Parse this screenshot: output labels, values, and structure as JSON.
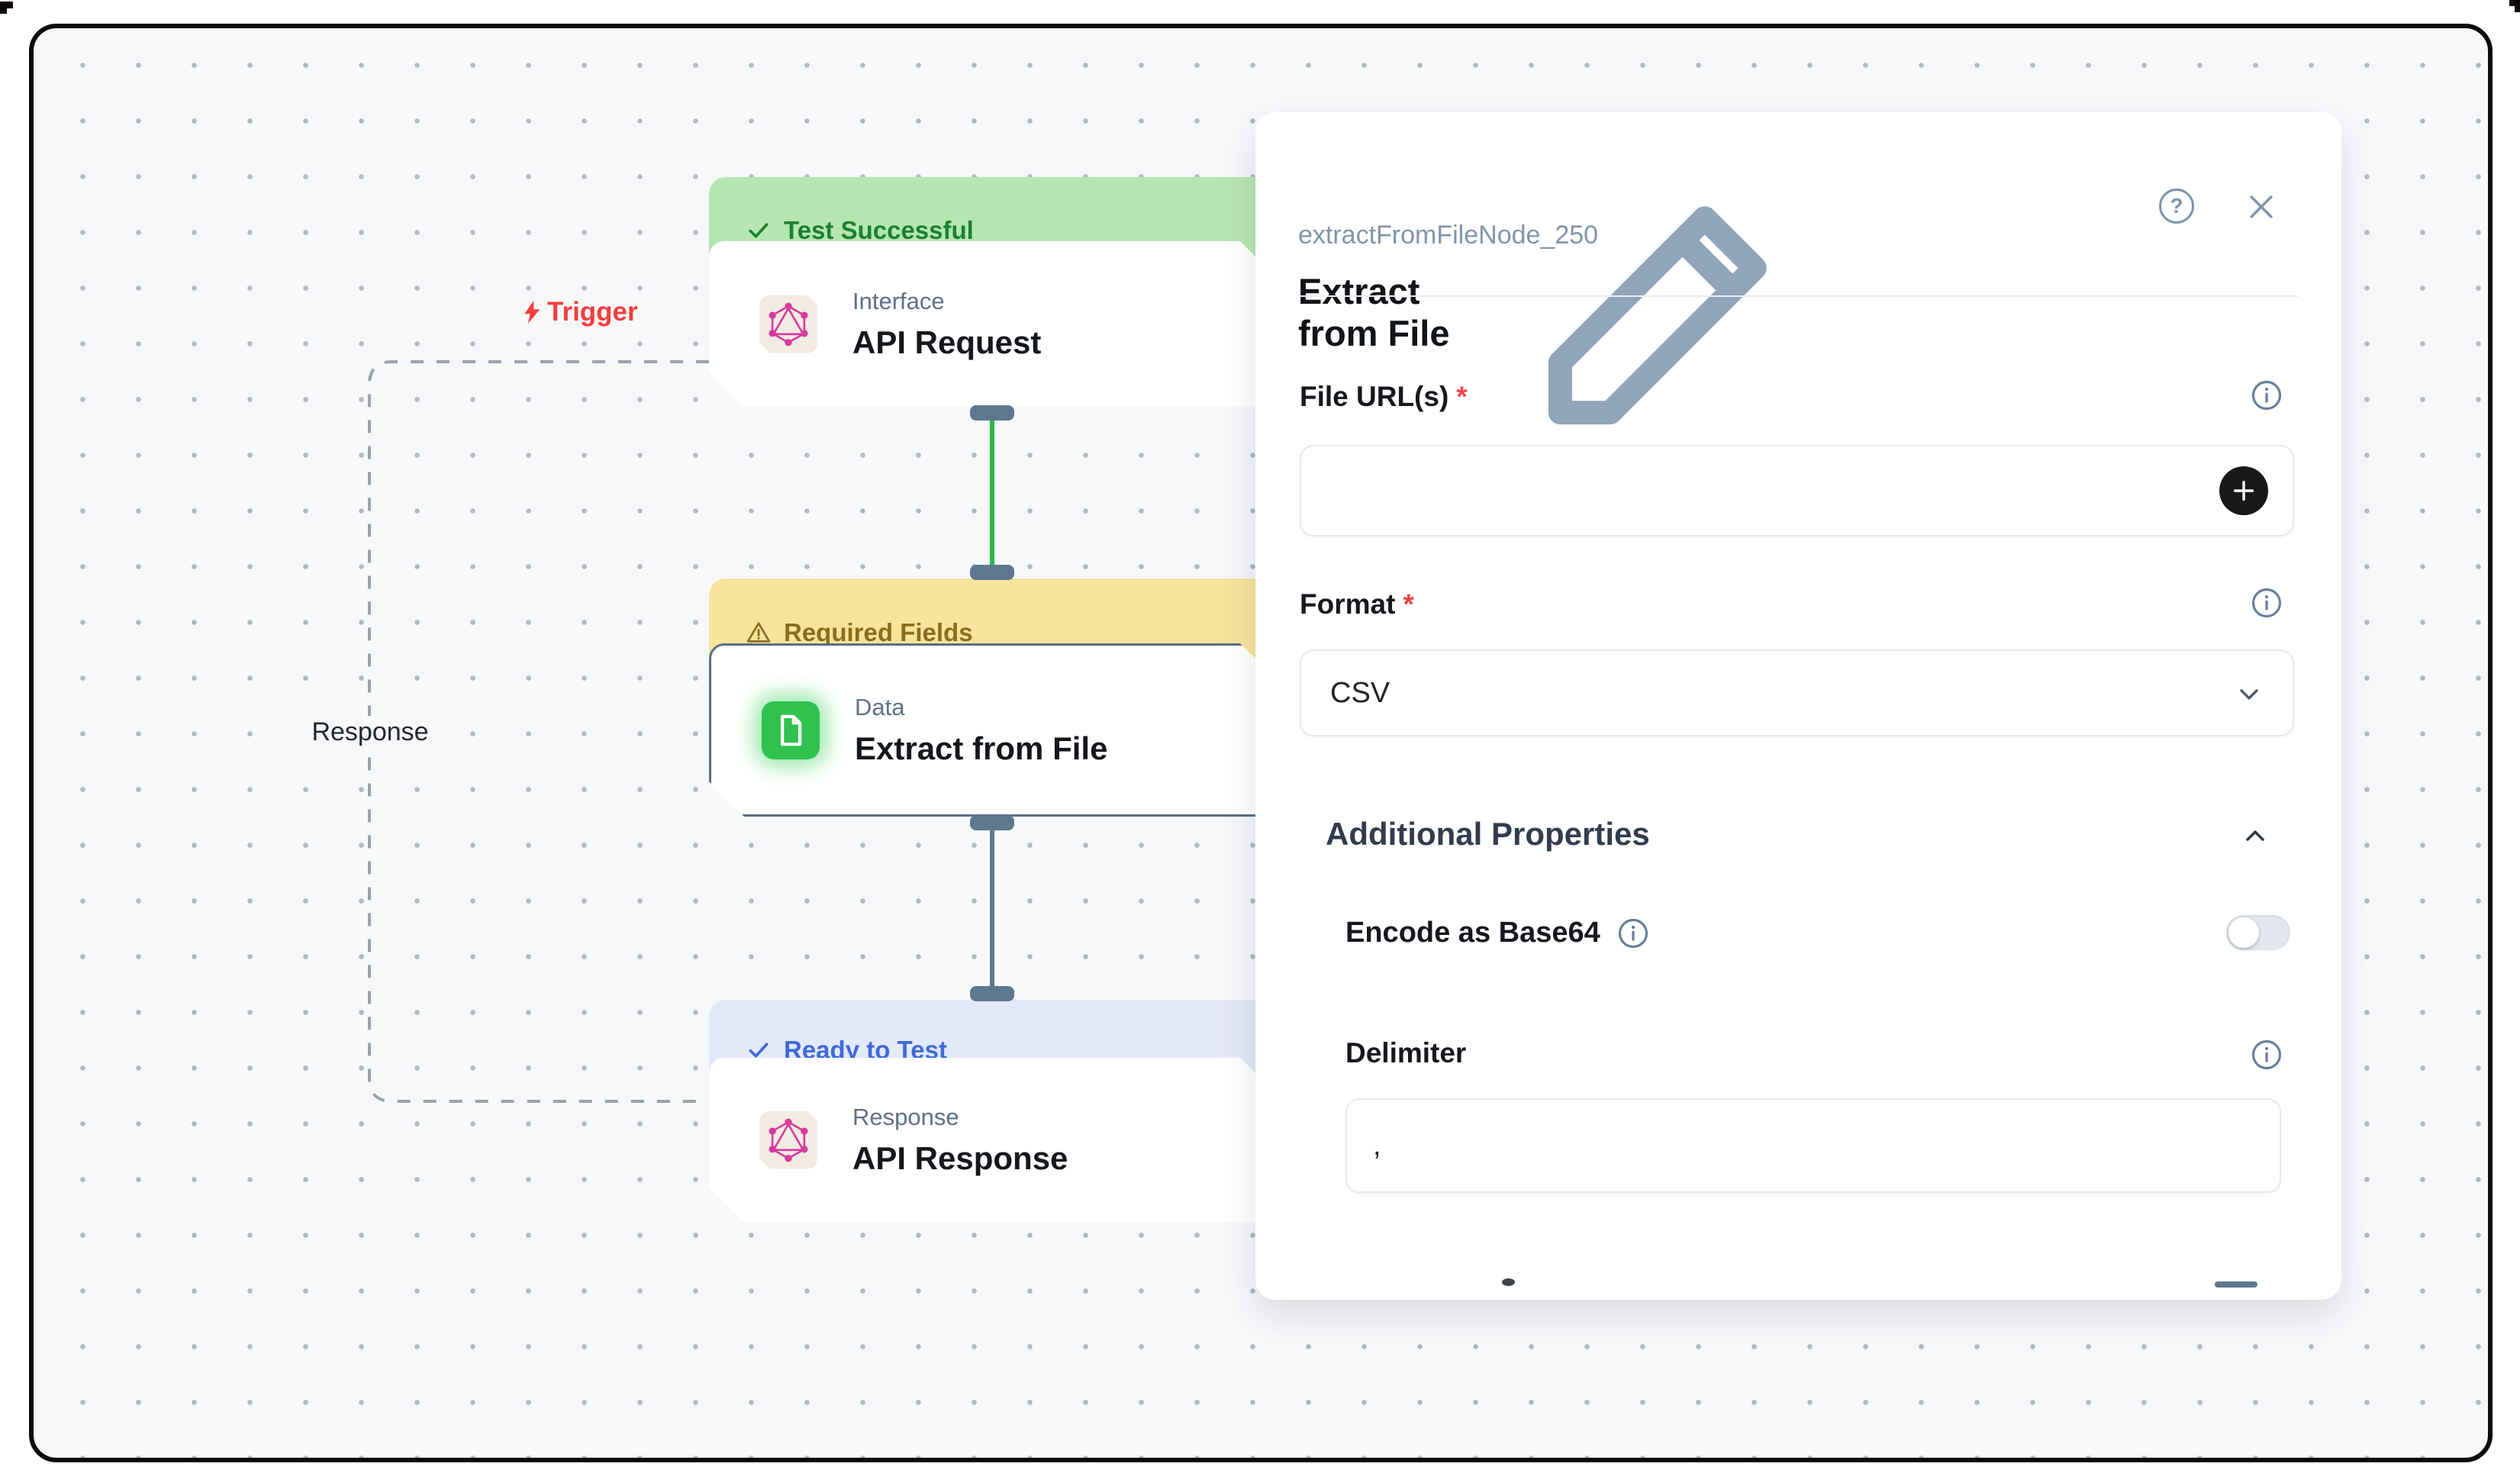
{
  "canvas": {
    "trigger_label": "Trigger",
    "response_label": "Response",
    "nodes": [
      {
        "status": "Test Successful",
        "state": "success",
        "category": "Interface",
        "title": "API Request"
      },
      {
        "status": "Required Fields",
        "state": "warning",
        "category": "Data",
        "title": "Extract from File"
      },
      {
        "status": "Ready to Test",
        "state": "ready",
        "category": "Response",
        "title": "API Response"
      }
    ]
  },
  "panel": {
    "title": "Extract from File",
    "node_id": "extractFromFileNode_250",
    "fields": {
      "file_urls": {
        "label": "File URL(s)",
        "required": true,
        "value": ""
      },
      "format": {
        "label": "Format",
        "required": true,
        "value": "CSV"
      },
      "additional_properties": {
        "label": "Additional Properties",
        "expanded": true
      },
      "encode_base64": {
        "label": "Encode as Base64",
        "enabled": false
      },
      "delimiter": {
        "label": "Delimiter",
        "value": ","
      }
    }
  },
  "ui": {
    "required_marker": "*",
    "help_glyph": "?"
  },
  "colors": {
    "canvas_bg": "#f7f8fa",
    "banner_success_bg": "#b6e6b0",
    "banner_success_text": "#1d8031",
    "banner_warning_bg": "#f8e49c",
    "banner_warning_text": "#8a6d1d",
    "banner_ready_bg": "#e4e9f9",
    "banner_ready_text": "#3f6ad8",
    "connector_green": "#2db84e",
    "connector_slate": "#5d7793",
    "handle": "#5e7890",
    "trigger_red": "#f53d3d",
    "graphql_pink": "#d9399f",
    "data_icon_green": "#2fc24f",
    "panel_accent_dark": "#17181a"
  }
}
